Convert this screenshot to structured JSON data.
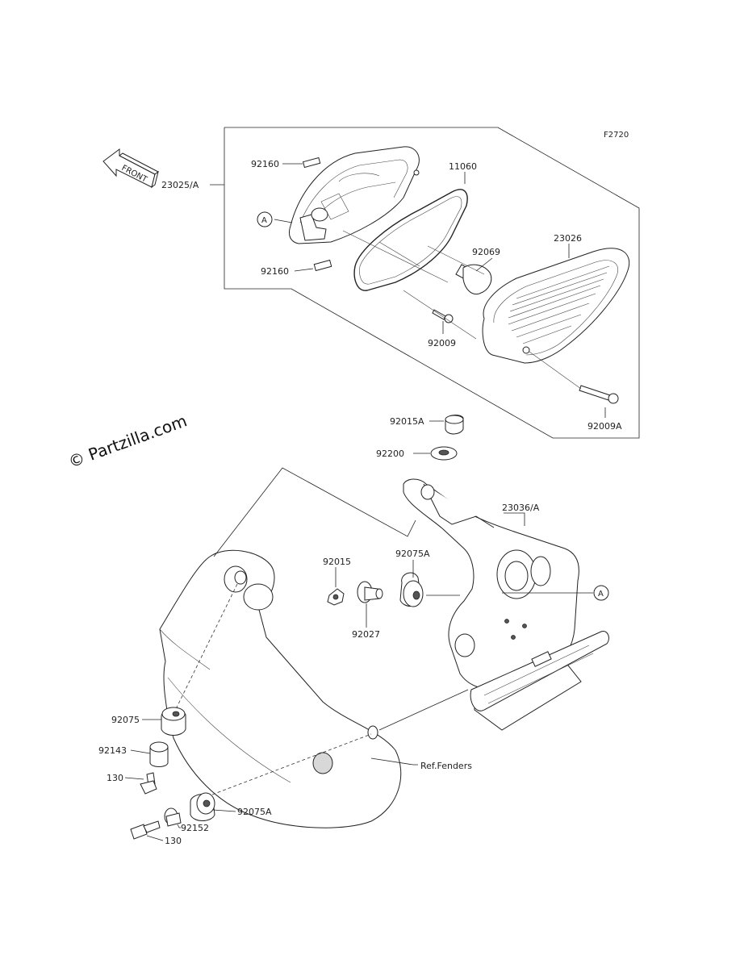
{
  "diagram_code": "F2720",
  "watermark": "© Partzilla.com",
  "front_label": "FRONT",
  "ref_label": "A",
  "parts": {
    "p92160_top": "92160",
    "p92160_bottom": "92160",
    "p23025": "23025/A",
    "p11060": "11060",
    "p23026": "23026",
    "p92069": "92069",
    "p92009": "92009",
    "p92009A": "92009A",
    "p92015A": "92015A",
    "p92200": "92200",
    "p23036": "23036/A",
    "p92015": "92015",
    "p92075A_top": "92075A",
    "p92027": "92027",
    "p92075": "92075",
    "p92143": "92143",
    "p130_top": "130",
    "p130_bottom": "130",
    "p92152": "92152",
    "p92075A_bottom": "92075A",
    "ref_fenders": "Ref.Fenders"
  }
}
